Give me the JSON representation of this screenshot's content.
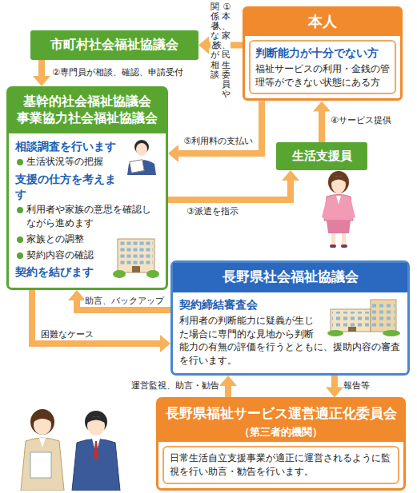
{
  "diagram": {
    "nodes": [
      {
        "text": [
          "本人",
          "判断能力が十分でない方",
          "福祉サービスの利用・金銭の管理等ができない状態にある方"
        ]
      },
      {
        "text": [
          "市町村社会福祉協議会"
        ]
      },
      {
        "text": [
          "基幹的社会福祉協議会 事業協力社会福祉協議会",
          "相談調査を行います",
          "生活状況等の把握",
          "支援の仕方を考えます",
          "利用者や家族の意思を確認しながら進めます",
          "家族との調整",
          "契約内容の確認",
          "契約を結びます"
        ]
      },
      {
        "text": [
          "生活支援員"
        ]
      },
      {
        "text": [
          "長野県社会福祉協議会",
          "契約締結審査会",
          "利用者の判断能力に疑義が生じた場合に専門的な見地から判断能力の有無の評価を行うとともに、援助内容の審査を行います。"
        ]
      },
      {
        "text": [
          "長野県福祉サービス運営適正化委員会",
          "（第三者的機関）",
          "日常生活自立支援事業が適正に運営されるように監視を行い助言・勧告を行います。"
        ]
      }
    ],
    "edges": [
      {
        "from": 0,
        "to": 1,
        "label": "①本人、家族、民生委員や関係者などが相談",
        "arrow": "to"
      },
      {
        "from": 1,
        "to": 2,
        "label": "②専門員が相談、確認、申請受付",
        "arrow": "to"
      },
      {
        "from": 2,
        "to": 3,
        "label": "③派遣を指示",
        "arrow": "to"
      },
      {
        "from": 3,
        "to": 0,
        "label": "④サービス提供",
        "arrow": "to"
      },
      {
        "from": 0,
        "to": 2,
        "label": "⑤利用料の支払い",
        "arrow": "to"
      },
      {
        "from": 4,
        "to": 2,
        "label": "助言、バックアップ",
        "arrow": "to"
      },
      {
        "from": 2,
        "to": 4,
        "label": "困難なケース",
        "arrow": "to"
      },
      {
        "from": 4,
        "to": 5,
        "label": "報告等",
        "arrow": "to"
      },
      {
        "from": 5,
        "to": 4,
        "label": "運営監視、助言・勧告",
        "arrow": "to"
      }
    ]
  }
}
